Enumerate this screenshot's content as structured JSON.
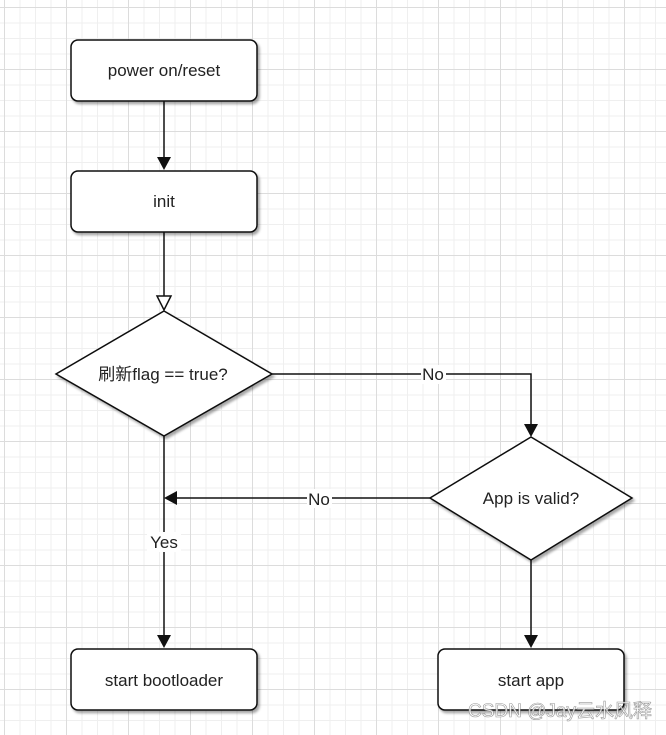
{
  "nodes": {
    "power_on": "power on/reset",
    "init": "init",
    "flash_check": "刷新flag == true?",
    "app_valid": "App is valid?",
    "start_bootloader": "start bootloader",
    "start_app": "start app"
  },
  "edges": {
    "flash_no": "No",
    "app_no": "No",
    "flash_yes": "Yes"
  },
  "watermark": "CSDN @Jay云水风释"
}
